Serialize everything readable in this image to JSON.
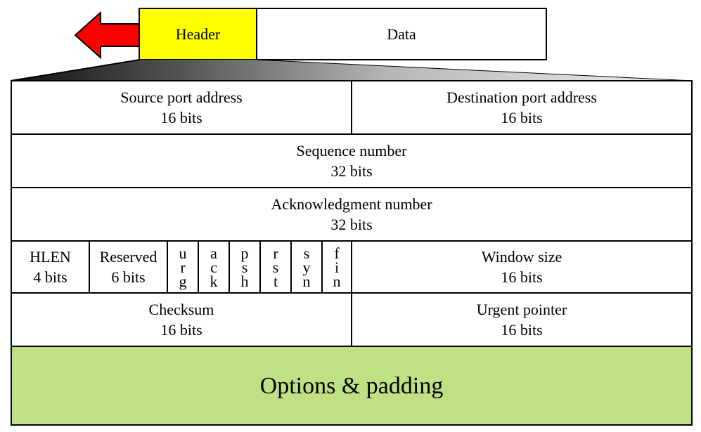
{
  "segment": {
    "header_label": "Header",
    "data_label": "Data",
    "colors": {
      "header_fill": "#ffff00",
      "arrow_fill": "#ff0000"
    }
  },
  "fields": {
    "source_port": {
      "name": "Source port address",
      "size": "16 bits"
    },
    "dest_port": {
      "name": "Destination port address",
      "size": "16 bits"
    },
    "sequence": {
      "name": "Sequence number",
      "size": "32 bits"
    },
    "ack": {
      "name": "Acknowledgment number",
      "size": "32 bits"
    },
    "hlen": {
      "name": "HLEN",
      "size": "4 bits"
    },
    "reserved": {
      "name": "Reserved",
      "size": "6 bits"
    },
    "flags": [
      {
        "id": "urg",
        "letters": [
          "u",
          "r",
          "g"
        ]
      },
      {
        "id": "ack",
        "letters": [
          "a",
          "c",
          "k"
        ]
      },
      {
        "id": "psh",
        "letters": [
          "p",
          "s",
          "h"
        ]
      },
      {
        "id": "rst",
        "letters": [
          "r",
          "s",
          "t"
        ]
      },
      {
        "id": "syn",
        "letters": [
          "s",
          "y",
          "n"
        ]
      },
      {
        "id": "fin",
        "letters": [
          "f",
          "i",
          "n"
        ]
      }
    ],
    "window": {
      "name": "Window size",
      "size": "16 bits"
    },
    "checksum": {
      "name": "Checksum",
      "size": "16 bits"
    },
    "urgent": {
      "name": "Urgent pointer",
      "size": "16 bits"
    },
    "options": {
      "name": "Options & padding",
      "fill": "#bfe083"
    }
  }
}
